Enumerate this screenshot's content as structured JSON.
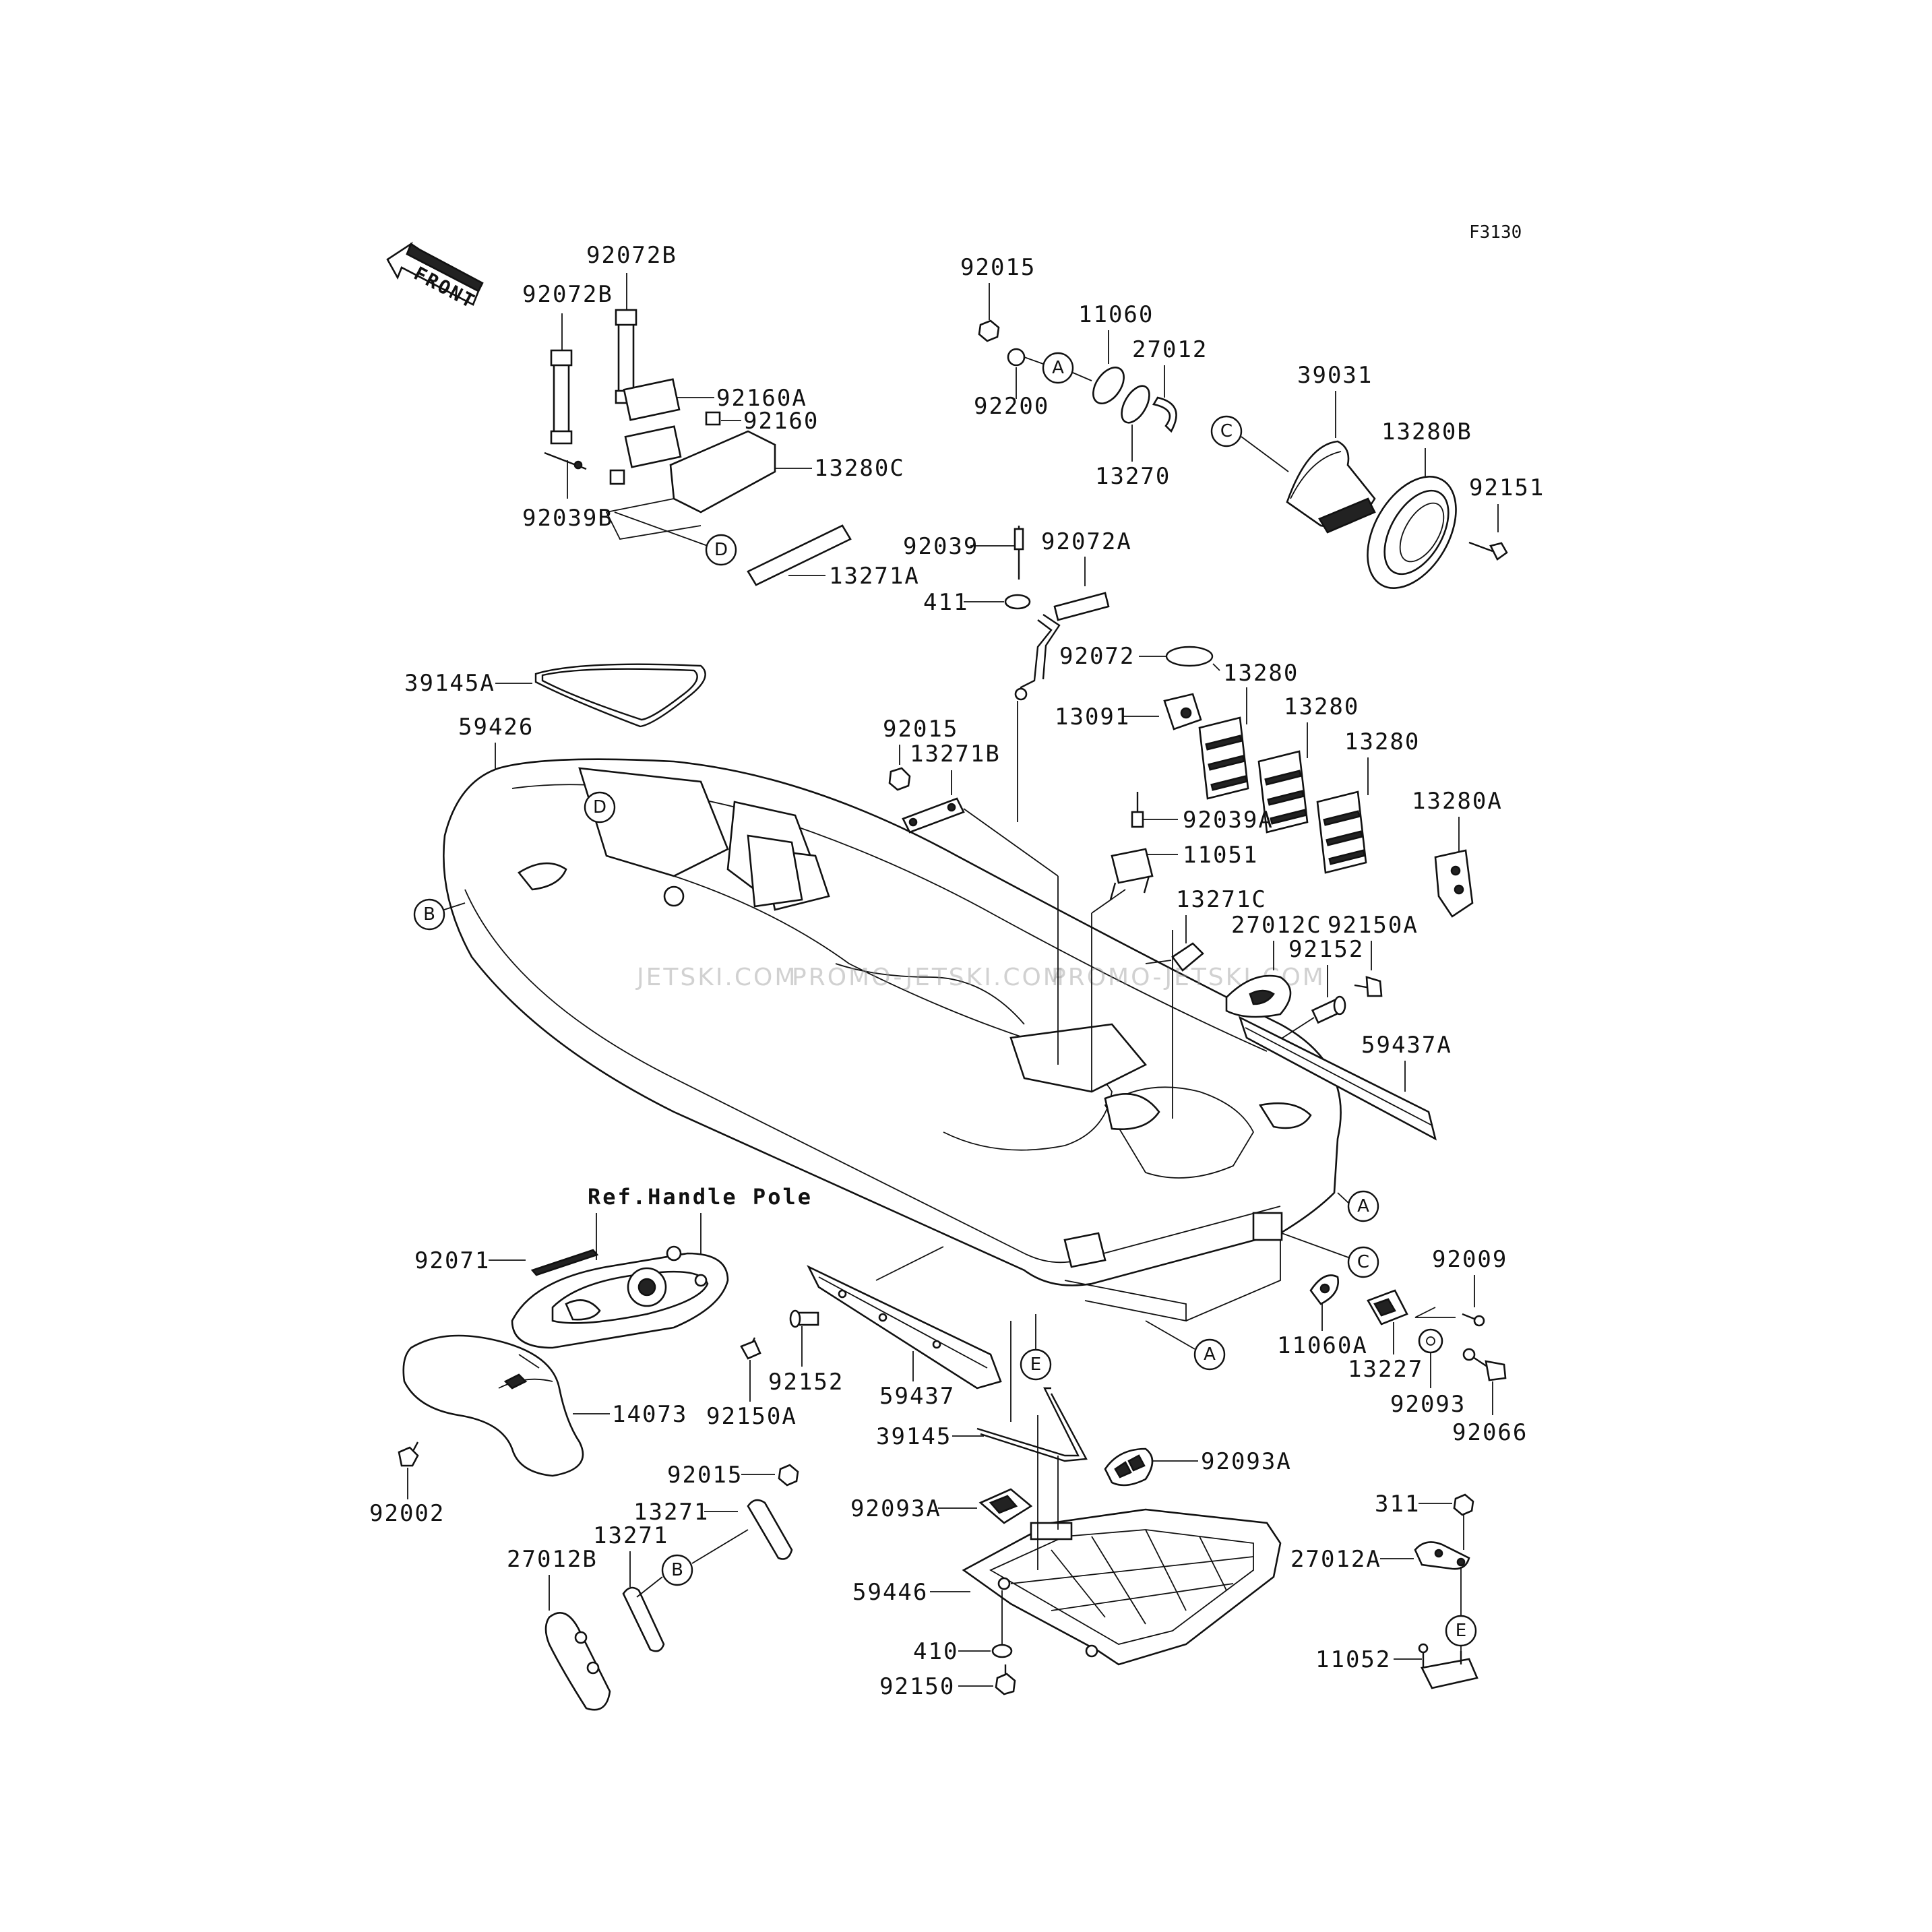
{
  "figure_code": "F3130",
  "front_arrow_text": "FRONT",
  "ref_note": "Ref.Handle Pole",
  "watermark": [
    "JETSKI.COM",
    "PROMO-JETSKI.COM",
    "PROMO-JETSKI.COM"
  ],
  "parts": {
    "p_92072B_a": "92072B",
    "p_92072B_b": "92072B",
    "p_92160A": "92160A",
    "p_92160": "92160",
    "p_13280C": "13280C",
    "p_92039B": "92039B",
    "p_13271A": "13271A",
    "p_92015_top": "92015",
    "p_92200": "92200",
    "p_11060": "11060",
    "p_27012": "27012",
    "p_13270": "13270",
    "p_39031": "39031",
    "p_13280B": "13280B",
    "p_92151": "92151",
    "p_92039": "92039",
    "p_92072A": "92072A",
    "p_411": "411",
    "p_92072": "92072",
    "p_13280_a": "13280",
    "p_13280_b": "13280",
    "p_13280_c": "13280",
    "p_13091": "13091",
    "p_39145A": "39145A",
    "p_59426": "59426",
    "p_92015_mid": "92015",
    "p_13271B": "13271B",
    "p_92039A": "92039A",
    "p_11051": "11051",
    "p_13280A": "13280A",
    "p_13271C": "13271C",
    "p_27012C": "27012C",
    "p_92150A_right": "92150A",
    "p_92152_right": "92152",
    "p_59437A": "59437A",
    "p_92071": "92071",
    "p_14073": "14073",
    "p_92002": "92002",
    "p_92152_left": "92152",
    "p_92150A_left": "92150A",
    "p_59437": "59437",
    "p_39145": "39145",
    "p_92093A_a": "92093A",
    "p_92093A_b": "92093A",
    "p_59446": "59446",
    "p_410": "410",
    "p_92150": "92150",
    "p_92015_bot": "92015",
    "p_13271_a": "13271",
    "p_13271_b": "13271",
    "p_27012B": "27012B",
    "p_11060A": "11060A",
    "p_92009": "92009",
    "p_13227": "13227",
    "p_92093": "92093",
    "p_92066": "92066",
    "p_311": "311",
    "p_27012A": "27012A",
    "p_11052": "11052"
  },
  "callouts": {
    "A": "A",
    "B": "B",
    "C": "C",
    "D": "D",
    "E": "E"
  }
}
